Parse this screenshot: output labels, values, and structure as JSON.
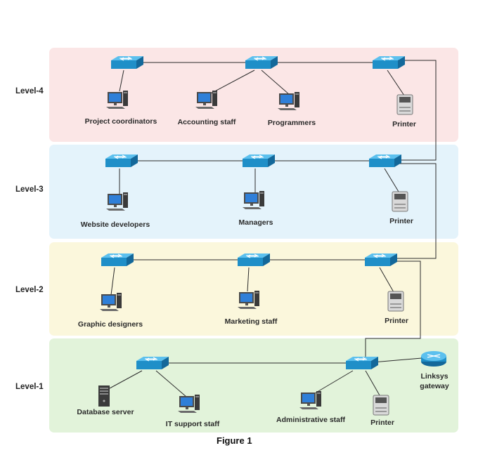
{
  "colors": {
    "level4_band": "#fbe6e6",
    "level3_band": "#e4f3fb",
    "level2_band": "#fbf7dc",
    "level1_band": "#e2f3da",
    "switch": "#1f8fc8",
    "link": "#2b2b2b"
  },
  "levels": [
    {
      "id": "level-4",
      "label": "Level-4"
    },
    {
      "id": "level-3",
      "label": "Level-3"
    },
    {
      "id": "level-2",
      "label": "Level-2"
    },
    {
      "id": "level-1",
      "label": "Level-1"
    }
  ],
  "nodes": {
    "project_coordinators": "Project coordinators",
    "accounting_staff": "Accounting staff",
    "programmers": "Programmers",
    "printer_l4": "Printer",
    "website_developers": "Website developers",
    "managers": "Managers",
    "printer_l3": "Printer",
    "graphic_designers": "Graphic designers",
    "marketing_staff": "Marketing staff",
    "printer_l2": "Printer",
    "database_server": "Database server",
    "it_support_staff": "IT support staff",
    "administrative_staff": "Administrative staff",
    "printer_l1": "Printer",
    "gateway_line1": "Linksys",
    "gateway_line2": "gateway"
  },
  "caption": "Figure 1"
}
